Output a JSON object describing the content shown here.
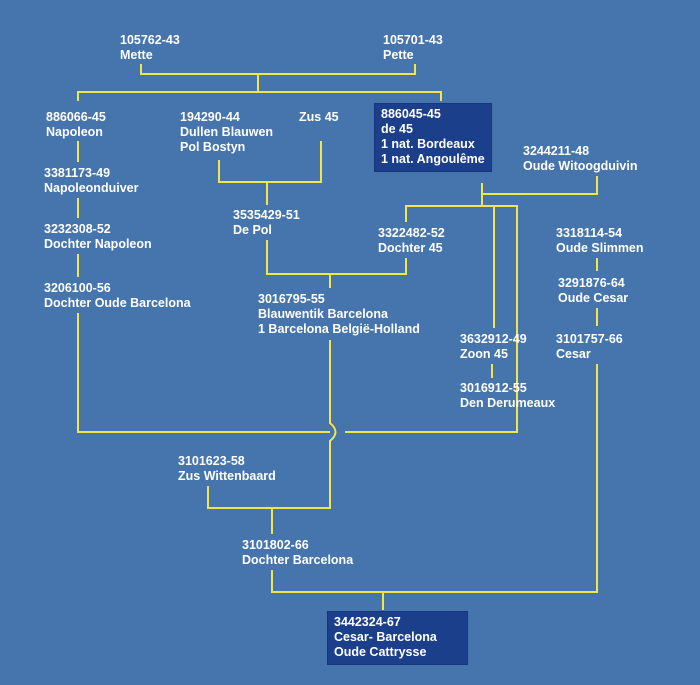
{
  "colors": {
    "background": "#4575ac",
    "line": "#f0e64a",
    "text": "#ffffff",
    "highlight_box": "#1b3f8b"
  },
  "nodes": {
    "mette": {
      "id": "105762-43",
      "lines": [
        "Mette"
      ]
    },
    "pette": {
      "id": "105701-43",
      "lines": [
        "Pette"
      ]
    },
    "napoleon": {
      "id": "886066-45",
      "lines": [
        "Napoleon"
      ]
    },
    "dullen": {
      "id": "194290-44",
      "lines": [
        "Dullen Blauwen",
        "Pol Bostyn"
      ]
    },
    "zus45": {
      "id": "",
      "lines": [
        "Zus 45"
      ]
    },
    "de45": {
      "id": "886045-45",
      "lines": [
        "de 45",
        "1 nat. Bordeaux",
        "1 nat. Angoulême"
      ]
    },
    "witoog": {
      "id": "3244211-48",
      "lines": [
        "Oude Witoogduivin"
      ]
    },
    "napduiver": {
      "id": "3381173-49",
      "lines": [
        "Napoleonduiver"
      ]
    },
    "dochnap": {
      "id": "3232308-52",
      "lines": [
        "Dochter Napoleon"
      ]
    },
    "depol": {
      "id": "3535429-51",
      "lines": [
        "De Pol"
      ]
    },
    "doch45": {
      "id": "3322482-52",
      "lines": [
        "Dochter 45"
      ]
    },
    "slimmen": {
      "id": "3318114-54",
      "lines": [
        "Oude Slimmen"
      ]
    },
    "dochbarc": {
      "id": "3206100-56",
      "lines": [
        "Dochter Oude Barcelona"
      ]
    },
    "blauwentik": {
      "id": "3016795-55",
      "lines": [
        "Blauwentik Barcelona",
        "1 Barcelona België-Holland"
      ]
    },
    "oudecesar": {
      "id": "3291876-64",
      "lines": [
        "Oude Cesar"
      ]
    },
    "zoon45": {
      "id": "3632912-49",
      "lines": [
        "Zoon 45"
      ]
    },
    "cesar": {
      "id": "3101757-66",
      "lines": [
        "Cesar"
      ]
    },
    "derumeaux": {
      "id": "3016912-55",
      "lines": [
        "Den Derumeaux"
      ]
    },
    "zuswitten": {
      "id": "3101623-58",
      "lines": [
        "Zus Wittenbaard"
      ]
    },
    "dochbarc2": {
      "id": "3101802-66",
      "lines": [
        "Dochter Barcelona"
      ]
    },
    "final": {
      "id": "3442324-67",
      "lines": [
        "Cesar- Barcelona",
        "Oude Cattrysse"
      ]
    }
  }
}
